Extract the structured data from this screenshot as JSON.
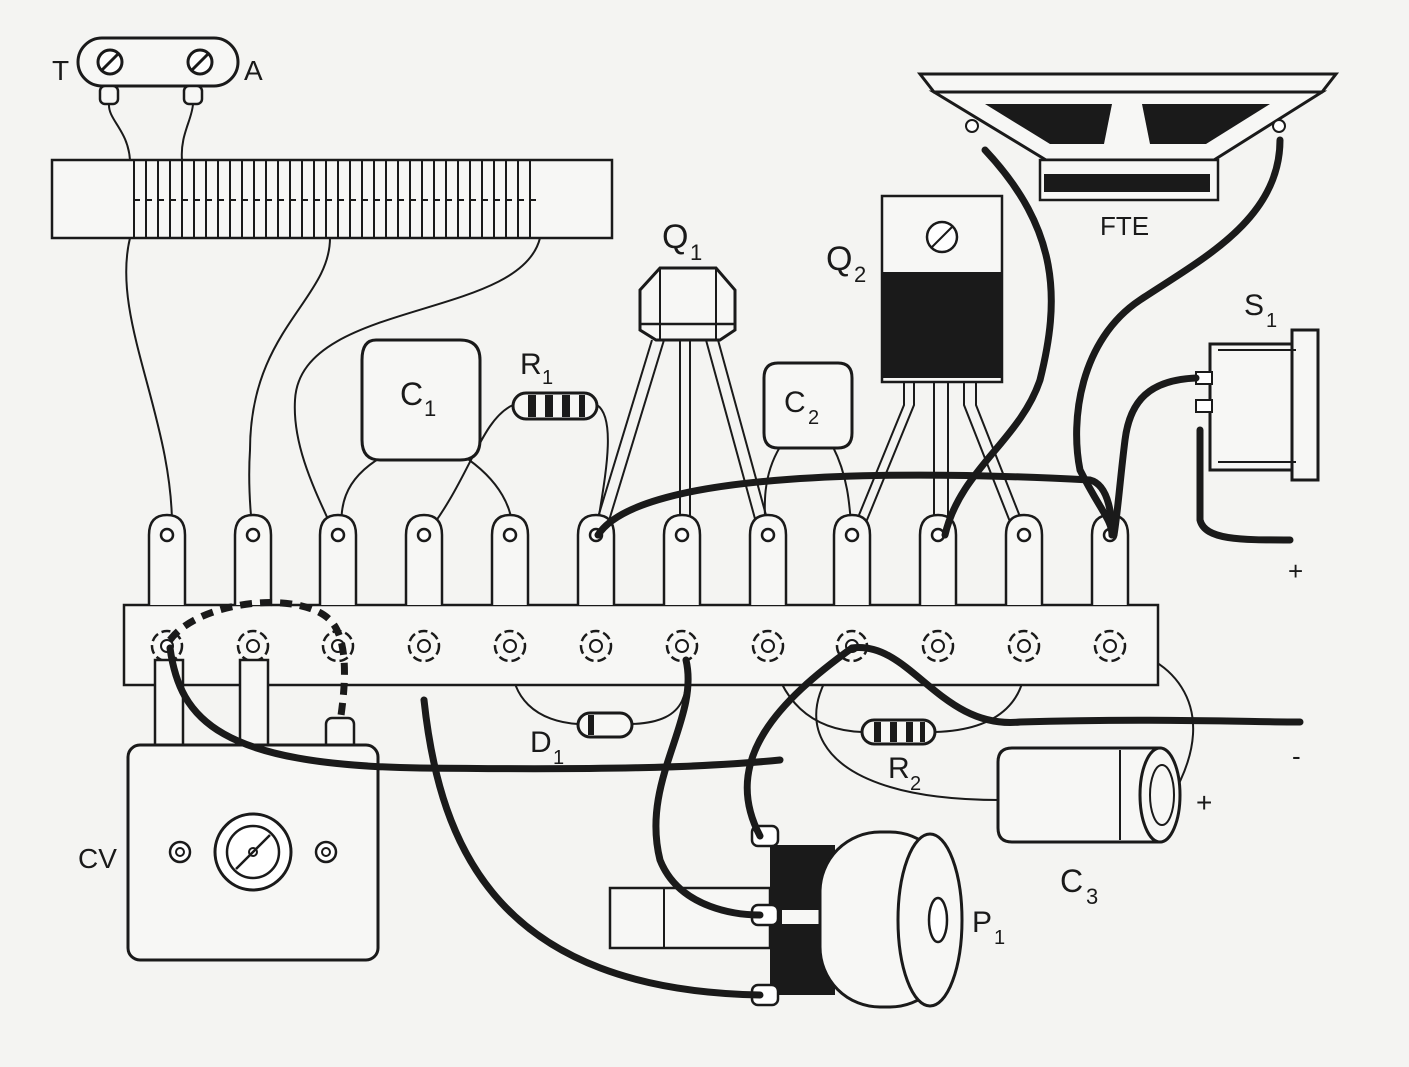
{
  "labels": {
    "terminal_t": "T",
    "terminal_a": "A",
    "q1": "Q",
    "q1_sub": "1",
    "q2": "Q",
    "q2_sub": "2",
    "fte": "FTE",
    "s1": "S",
    "s1_sub": "1",
    "r1": "R",
    "r1_sub": "1",
    "c1": "C",
    "c1_sub": "1",
    "c2": "C",
    "c2_sub": "2",
    "d1": "D",
    "d1_sub": "1",
    "r2": "R",
    "r2_sub": "2",
    "c3": "C",
    "c3_sub": "3",
    "c3_plus": "+",
    "cv": "CV",
    "p1": "P",
    "p1_sub": "1",
    "supply_plus": "+",
    "supply_minus": "-"
  },
  "colors": {
    "ink": "#1a1a1a",
    "paper": "#f4f4f2",
    "component_fill": "#f7f7f5"
  }
}
